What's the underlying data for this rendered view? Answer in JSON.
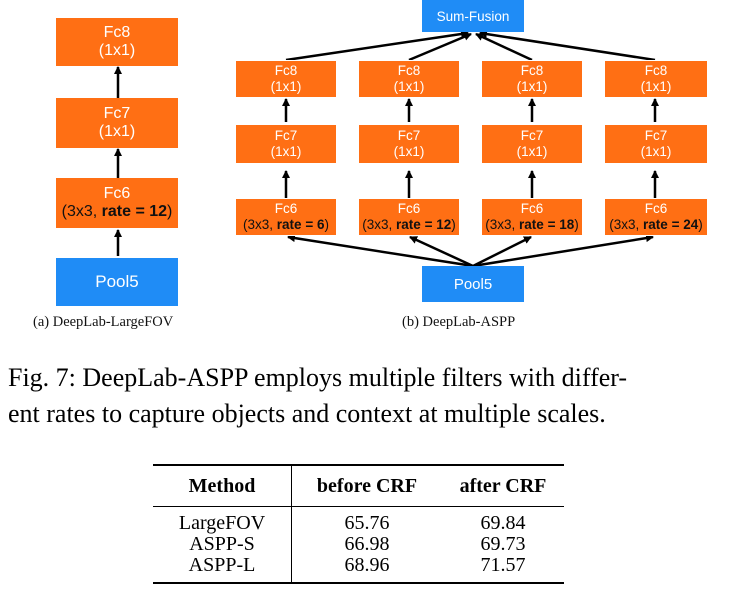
{
  "left": {
    "fc8": {
      "name": "Fc8",
      "detail": "(1x1)"
    },
    "fc7": {
      "name": "Fc7",
      "detail": "(1x1)"
    },
    "fc6": {
      "name": "Fc6",
      "detail_prefix": "(3x3, ",
      "detail_bold": "rate = 12",
      "detail_suffix": ")"
    },
    "pool": "Pool5",
    "caption": "(a) DeepLab-LargeFOV"
  },
  "right": {
    "fusion": "Sum-Fusion",
    "pool": "Pool5",
    "caption": "(b) DeepLab-ASPP",
    "branches": [
      {
        "fc8": "Fc8",
        "fc8_detail": "(1x1)",
        "fc7": "Fc7",
        "fc7_detail": "(1x1)",
        "fc6": "Fc6",
        "fc6_prefix": "(3x3, ",
        "fc6_bold": "rate = 6",
        "fc6_suffix": ")"
      },
      {
        "fc8": "Fc8",
        "fc8_detail": "(1x1)",
        "fc7": "Fc7",
        "fc7_detail": "(1x1)",
        "fc6": "Fc6",
        "fc6_prefix": "(3x3, ",
        "fc6_bold": "rate = 12",
        "fc6_suffix": ")"
      },
      {
        "fc8": "Fc8",
        "fc8_detail": "(1x1)",
        "fc7": "Fc7",
        "fc7_detail": "(1x1)",
        "fc6": "Fc6",
        "fc6_prefix": "(3x3, ",
        "fc6_bold": "rate = 18",
        "fc6_suffix": ")"
      },
      {
        "fc8": "Fc8",
        "fc8_detail": "(1x1)",
        "fc7": "Fc7",
        "fc7_detail": "(1x1)",
        "fc6": "Fc6",
        "fc6_prefix": "(3x3, ",
        "fc6_bold": "rate = 24",
        "fc6_suffix": ")"
      }
    ]
  },
  "figure_caption": {
    "line1": "Fig. 7: DeepLab-ASPP employs multiple filters with differ-",
    "line2": "ent rates to capture objects and context at multiple scales."
  },
  "table": {
    "headers": [
      "Method",
      "before CRF",
      "after CRF"
    ],
    "rows": [
      [
        "LargeFOV",
        "65.76",
        "69.84"
      ],
      [
        "ASPP-S",
        "66.98",
        "69.73"
      ],
      [
        "ASPP-L",
        "68.96",
        "71.57"
      ]
    ]
  },
  "colors": {
    "layer_box": "#ff6f14",
    "pool_box": "#1f8cf6",
    "fc6_detail_text": "#111111"
  }
}
